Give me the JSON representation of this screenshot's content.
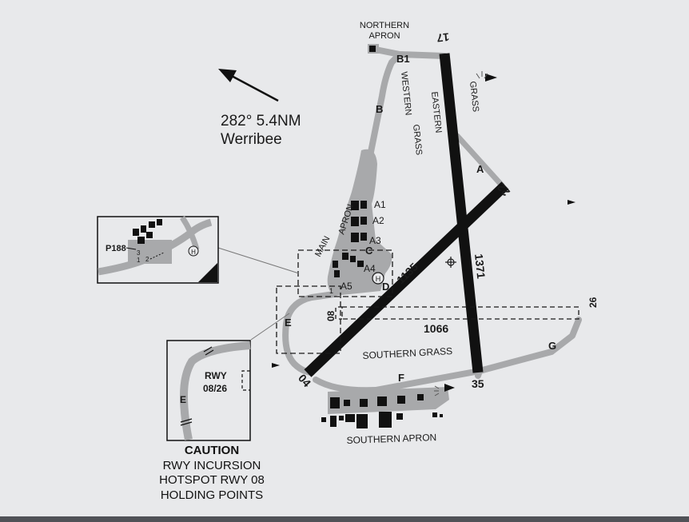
{
  "colors": {
    "background": "#e8e9eb",
    "taxiway": "#a8a9ab",
    "runway": "#111111",
    "text": "#1a1a1a",
    "dashed": "#1a1a1a"
  },
  "direction": {
    "bearing_distance": "282° 5.4NM",
    "destination": "Werribee"
  },
  "aprons": {
    "northern_line1": "NORTHERN",
    "northern_line2": "APRON",
    "main_line1": "MAIN",
    "main_line2": "APRON",
    "southern": "SOUTHERN APRON"
  },
  "grass": {
    "western_line1": "WESTERN",
    "western_line2": "GRASS",
    "eastern_line1": "EASTERN",
    "eastern_line2": "GRASS",
    "southern": "SOUTHERN GRASS"
  },
  "runways": {
    "r17_35": {
      "end_north": "17",
      "end_south": "35",
      "length": "1371"
    },
    "r04_22": {
      "end_sw": "04",
      "end_ne": "22",
      "length": "1135"
    },
    "r08_26": {
      "end_west": "08",
      "end_east": "26",
      "length": "1066"
    }
  },
  "taxiways": {
    "b1": "B1",
    "b": "B",
    "a": "A",
    "c": "C",
    "d": "D",
    "e": "E",
    "f": "F",
    "g": "G"
  },
  "parking": {
    "a1": "A1",
    "a2": "A2",
    "a3": "A3",
    "a4": "A4",
    "a5": "A5",
    "p1": "1"
  },
  "helipad_symbol": "H",
  "inset_p188": {
    "label": "P188",
    "bay1": "1",
    "bay2": "2",
    "bay3": "3",
    "helipad": "H"
  },
  "inset_rwy": {
    "line1": "RWY",
    "line2": "08/26",
    "taxiway": "E"
  },
  "caution": {
    "title": "CAUTION",
    "line1": "RWY INCURSION",
    "line2": "HOTSPOT RWY 08",
    "line3": "HOLDING POINTS"
  }
}
